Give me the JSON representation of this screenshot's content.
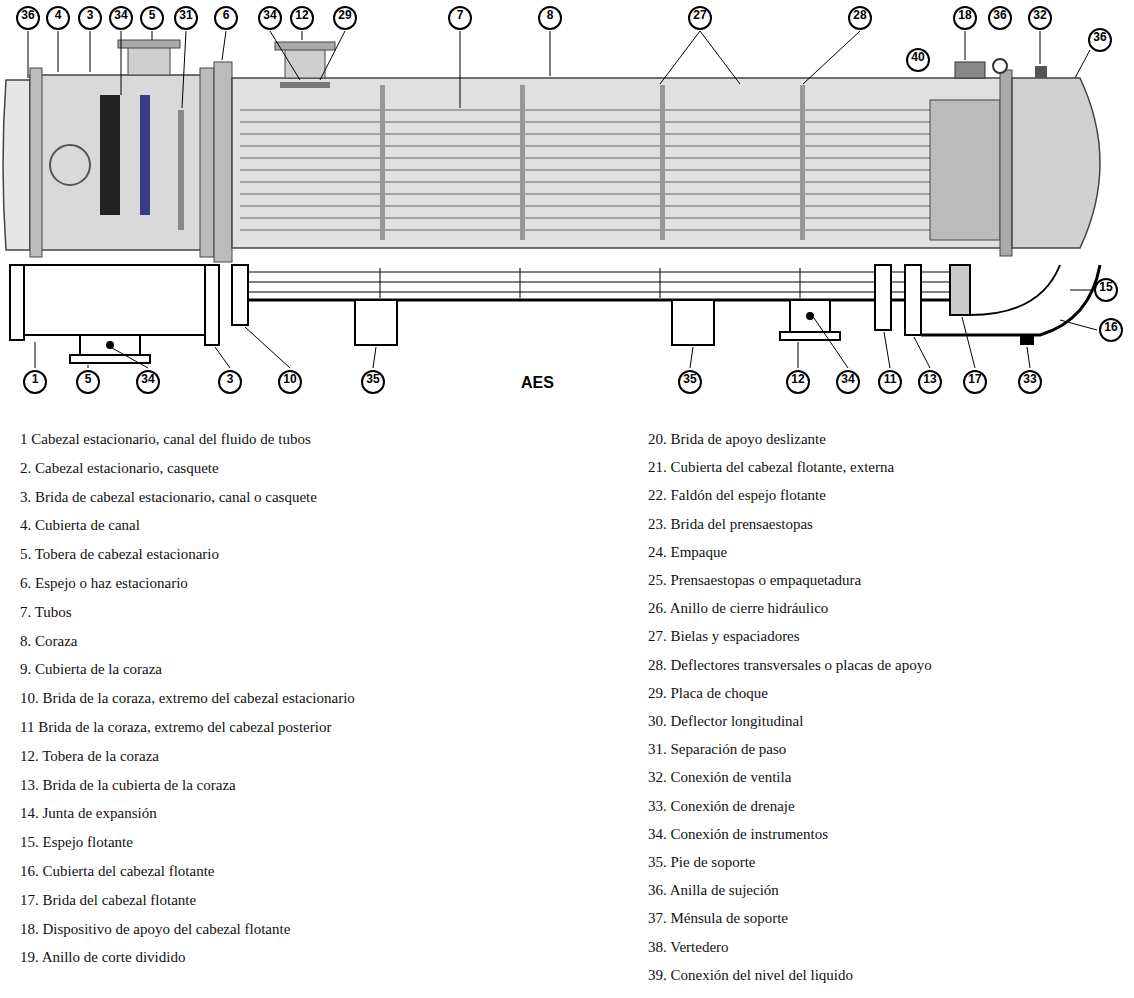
{
  "diagram": {
    "labels": [
      "36",
      "4",
      "3",
      "34",
      "5",
      "31",
      "6",
      "34",
      "12",
      "29",
      "7",
      "8",
      "27",
      "28",
      "18",
      "36",
      "32",
      "40",
      "36",
      "15",
      "16",
      "1",
      "5",
      "34",
      "3",
      "10",
      "35",
      "35",
      "12",
      "34",
      "11",
      "13",
      "17",
      "33",
      "AES",
      "1 Cabezal estacionario, canal del fluido de tubos",
      "2. Cabezal estacionario, casquete",
      "3. Brida de cabezal estacionario, canal o casquete",
      "4. Cubierta de canal",
      "5. Tobera de cabezal estacionario",
      "6. Espejo o haz estacionario",
      "7. Tubos",
      "8. Coraza",
      "9. Cubierta de la coraza",
      "10. Brida de la coraza, extremo del cabezal estacionario",
      "11 Brida de la coraza, extremo del cabezal posterior",
      "12. Tobera de la coraza",
      "13. Brida de la cubierta de la coraza",
      "14. Junta de expansión",
      "15. Espejo flotante",
      "16. Cubierta del cabezal flotante",
      "17. Brida del cabezal flotante",
      "18. Dispositivo de apoyo del cabezal flotante",
      "19. Anillo de corte dividido",
      "20. Brida de apoyo deslizante",
      "21. Cubierta del cabezal flotante, externa",
      "22. Faldón del espejo flotante",
      "23. Brida del prensaestopas",
      "24. Empaque",
      "25. Prensaestopas o empaquetadura",
      "26. Anillo de cierre hidráulico",
      "27. Bielas y espaciadores",
      "28. Deflectores transversales o placas de apoyo",
      "29. Placa de choque",
      "30. Deflector longitudinal",
      "31. Separación de paso",
      "32. Conexión de ventila",
      "33. Conexión de drenaje",
      "34. Conexión de instrumentos",
      "35. Pie de soporte",
      "36. Anilla de sujeción",
      "37. Ménsula de soporte",
      "38. Vertedero",
      "39. Conexión del nivel del liquido"
    ]
  }
}
